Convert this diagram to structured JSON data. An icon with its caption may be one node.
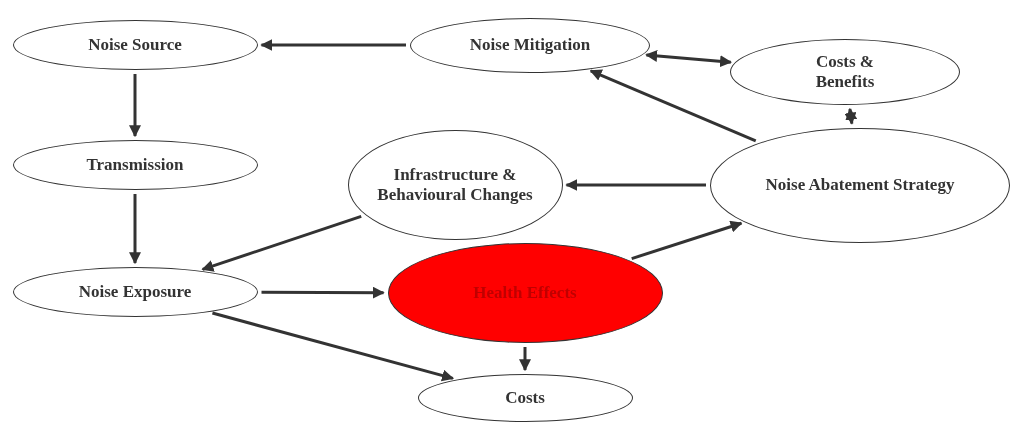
{
  "diagram": {
    "nodes": [
      {
        "text": [
          "Noise Source"
        ]
      },
      {
        "text": [
          "Noise Mitigation"
        ]
      },
      {
        "text": [
          "Costs & Benefits"
        ]
      },
      {
        "text": [
          "Transmission"
        ]
      },
      {
        "text": [
          "Infrastructure & Behavioural Changes"
        ]
      },
      {
        "text": [
          "Noise Abatement Strategy"
        ]
      },
      {
        "text": [
          "Noise Exposure"
        ]
      },
      {
        "text": [
          "Health Effects"
        ]
      },
      {
        "text": [
          "Costs"
        ]
      }
    ],
    "edges": [
      {
        "from": 1,
        "to": 0,
        "arrow": "to"
      },
      {
        "from": 0,
        "to": 3,
        "arrow": "to"
      },
      {
        "from": 3,
        "to": 6,
        "arrow": "to"
      },
      {
        "from": 1,
        "to": 2,
        "arrow": "both"
      },
      {
        "from": 2,
        "to": 5,
        "arrow": "both"
      },
      {
        "from": 5,
        "to": 1,
        "arrow": "to"
      },
      {
        "from": 5,
        "to": 4,
        "arrow": "to"
      },
      {
        "from": 4,
        "to": 6,
        "arrow": "to"
      },
      {
        "from": 6,
        "to": 7,
        "arrow": "to"
      },
      {
        "from": 7,
        "to": 5,
        "arrow": "to"
      },
      {
        "from": 7,
        "to": 8,
        "arrow": "to"
      },
      {
        "from": 6,
        "to": 8,
        "arrow": "to"
      }
    ]
  }
}
